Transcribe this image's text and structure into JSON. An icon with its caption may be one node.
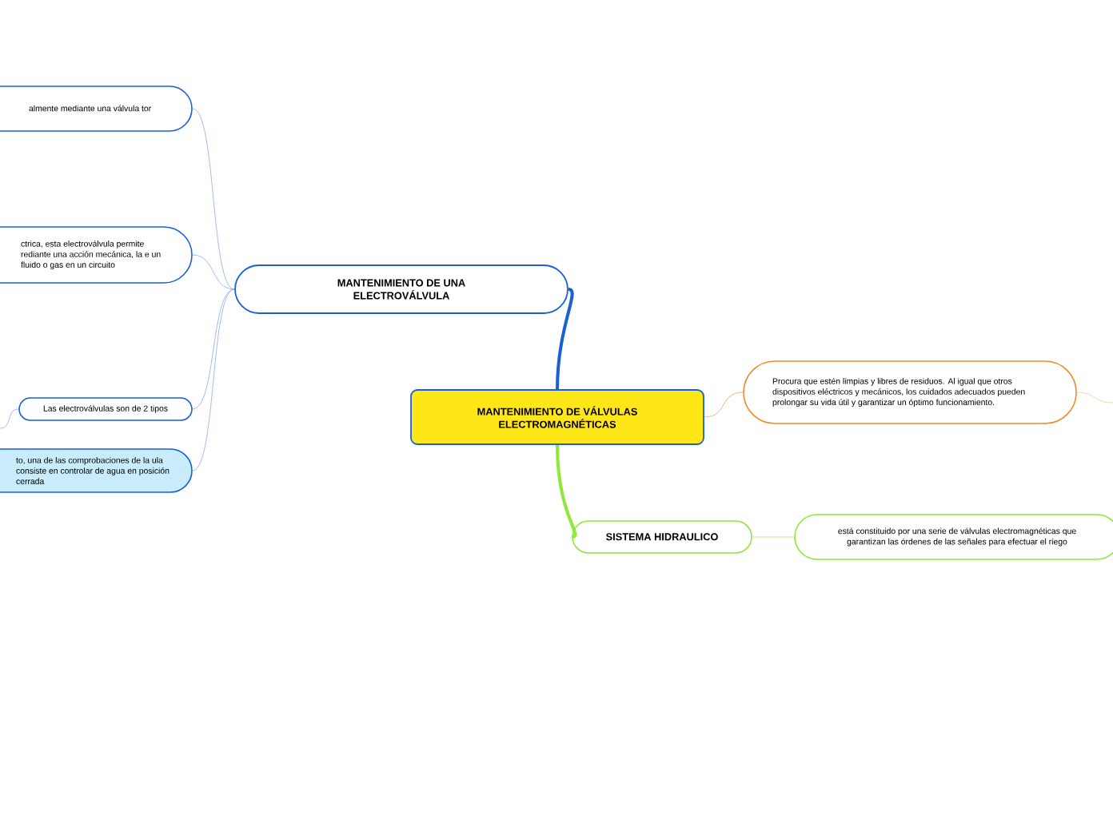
{
  "diagram": {
    "nodes": [
      {
        "text": [
          "MANTENIMIENTO DE VÁLVULAS ELECTROMAGNÉTICAS"
        ]
      },
      {
        "text": [
          "MANTENIMIENTO DE UNA ELECTROVÁLVULA"
        ]
      },
      {
        "text": [
          "almente mediante una válvula tor"
        ]
      },
      {
        "text": [
          "ctrica, esta electroválvula permite rediante una acción mecánica, la e un fluido o gas en un circuito"
        ]
      },
      {
        "text": [
          "Las electroválvulas son de 2 tipos"
        ]
      },
      {
        "text": [
          "to, una de las comprobaciones de la ula consiste en controlar de agua en posición cerrada"
        ]
      },
      {
        "text": [
          "Procura que estén limpias y libres de residuos. Al igual que otros dispositivos eléctricos y mecánicos, los cuidados adecuados pueden prolongar su vida útil y garantizar un óptimo funcionamiento."
        ]
      },
      {
        "text": [
          "SISTEMA HIDRAULICO"
        ]
      },
      {
        "text": [
          "está constituido por una serie de válvulas electromagnéticas que garantizan las órdenes de las señales para efectuar el riego"
        ]
      }
    ],
    "edges": [
      {
        "from": 0,
        "to": 1,
        "arrow": "none",
        "style": "thick",
        "color": "#1a5fd6"
      },
      {
        "from": 1,
        "to": 2,
        "arrow": "none"
      },
      {
        "from": 1,
        "to": 3,
        "arrow": "none"
      },
      {
        "from": 1,
        "to": 4,
        "arrow": "none"
      },
      {
        "from": 1,
        "to": 5,
        "arrow": "none"
      },
      {
        "from": 4,
        "to": null,
        "arrow": "none"
      },
      {
        "from": 0,
        "to": 6,
        "arrow": "none",
        "color": "#f5a05a"
      },
      {
        "from": 6,
        "to": null,
        "arrow": "none",
        "color": "#f8c890"
      },
      {
        "from": 0,
        "to": 7,
        "arrow": "none",
        "style": "thick",
        "color": "#8ee83a"
      },
      {
        "from": 7,
        "to": 8,
        "arrow": "none",
        "color": "#a8ee70"
      }
    ]
  }
}
